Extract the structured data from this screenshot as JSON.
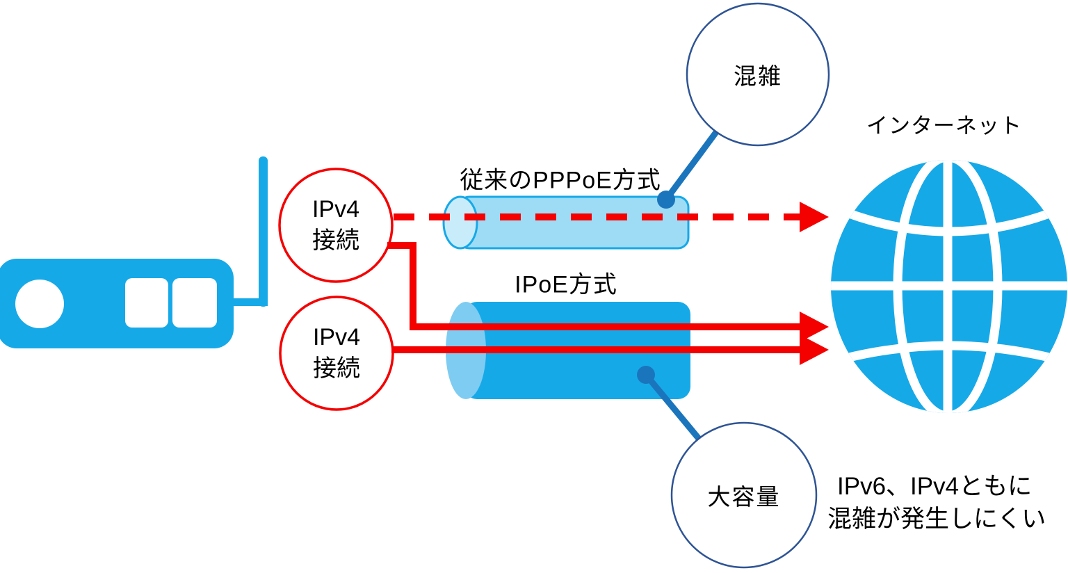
{
  "diagram_title": "PPPoE vs IPoE internet connection diagram",
  "router": {
    "icon": "wifi-router-icon"
  },
  "connections": {
    "top_circle": {
      "line1": "IPv4",
      "line2": "接続"
    },
    "bottom_circle": {
      "line1": "IPv4",
      "line2": "接続"
    }
  },
  "pipes": {
    "pppoe": {
      "title": "従来のPPPoE方式",
      "arrow_style": "red-dashed"
    },
    "ipoe": {
      "title": "IPoE方式",
      "arrow_style": "red-solid-double"
    }
  },
  "callouts": {
    "congestion": {
      "label": "混雑"
    },
    "large_capacity": {
      "label": "大容量"
    }
  },
  "internet": {
    "label": "インターネット",
    "icon": "globe-icon"
  },
  "note": {
    "line1": "IPv6、IPv4ともに",
    "line2": "混雑が発生しにくい"
  },
  "colors": {
    "primary_blue": "#16A9E8",
    "pppoe_pipe_fill": "#9EDCF6",
    "pppoe_pipe_cap": "#C9ECFB",
    "ipoe_pipe_cap": "#7ECCF1",
    "arrow_red": "#F40000",
    "callout_circle_navy": "#2E5494",
    "callout_line_blue": "#1B75BC"
  }
}
